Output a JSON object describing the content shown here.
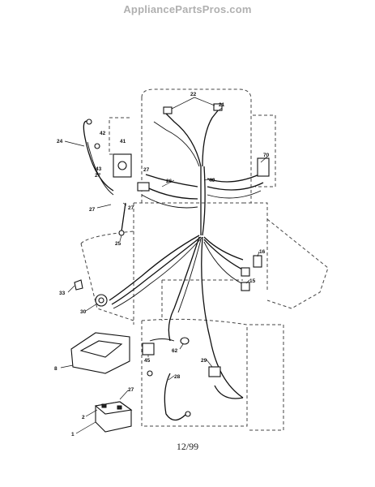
{
  "watermark": "AppliancePartsPros.com",
  "footer": "12/99",
  "callouts": {
    "c1": "1",
    "c2": "2",
    "c8": "8",
    "c15": "15",
    "c16": "16",
    "c21": "21",
    "c22": "22",
    "c24": "24",
    "c25": "25",
    "c26": "26",
    "c27a": "27",
    "c27b": "27",
    "c27c": "27",
    "c27d": "27",
    "c27e": "27",
    "c28": "28",
    "c29": "29",
    "c30": "30",
    "c33": "33",
    "c40": "40",
    "c41": "41",
    "c42": "42",
    "c43": "43",
    "c45": "45",
    "c62": "62",
    "c70": "70"
  }
}
